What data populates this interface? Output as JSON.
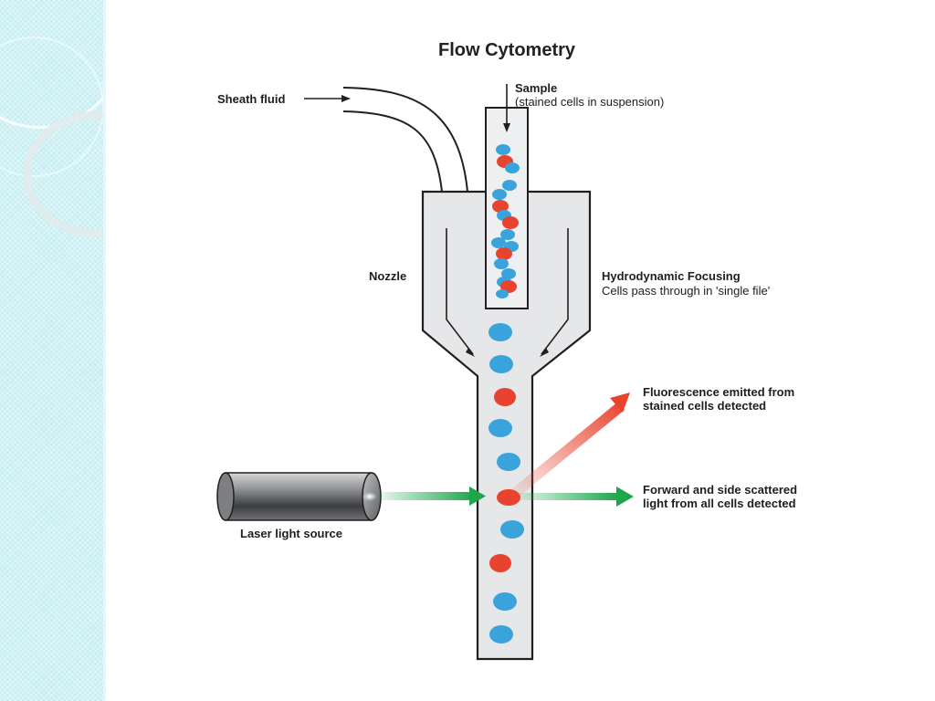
{
  "title": "Flow Cytometry",
  "labels": {
    "sheath_fluid": "Sheath fluid",
    "sample_title": "Sample",
    "sample_sub": "(stained cells in suspension)",
    "nozzle": "Nozzle",
    "hydro_title": "Hydrodynamic Focusing",
    "hydro_sub": "Cells pass through in 'single file'",
    "fluor_line1": "Fluorescence emitted from",
    "fluor_line2": "stained cells detected",
    "scatter_line1": "Forward and side scattered",
    "scatter_line2": "light from all cells detected",
    "laser": "Laser light source"
  },
  "colors": {
    "cell_blue": "#3aa3dc",
    "cell_red": "#e8432e",
    "laser_green": "#1ea64b",
    "fluor_red": "#e8432e",
    "tube_fill": "#e6e7e8",
    "tube_stroke": "#231f20"
  },
  "icons": [
    "laser-cylinder-icon",
    "arrow-icon"
  ]
}
